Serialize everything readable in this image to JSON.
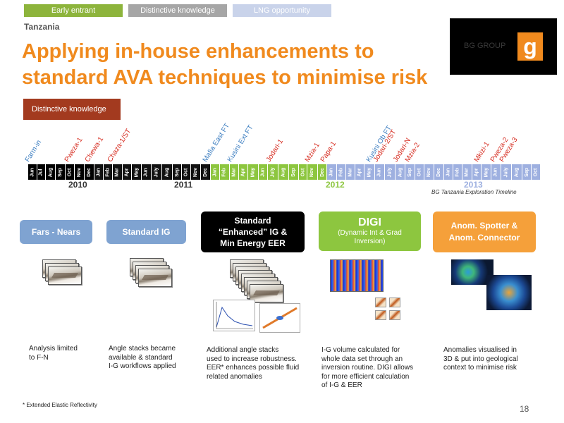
{
  "nav": {
    "tabs": [
      {
        "label": "Early entrant"
      },
      {
        "label": "Distinctive knowledge"
      },
      {
        "label": "LNG opportunity"
      }
    ]
  },
  "country": "Tanzania",
  "title_line1": "Applying in-house enhancements to",
  "title_line2": "standard AVA techniques to minimise risk",
  "logo": {
    "text": "BG GROUP",
    "mark": "g"
  },
  "section_badge": "Distinctive knowledge",
  "timeline": {
    "months": [
      "Jun",
      "Jul",
      "Aug",
      "Sep",
      "Oct",
      "Nov",
      "Dec",
      "Jan",
      "Feb",
      "Mar",
      "Apr",
      "May",
      "Jun",
      "July",
      "Aug",
      "Sep",
      "Oct",
      "Nov",
      "Dec",
      "Jan",
      "Feb",
      "Mar",
      "Apr",
      "May",
      "Jun",
      "July",
      "Aug",
      "Sep",
      "Oct",
      "Nov",
      "Dec",
      "Jan",
      "Feb",
      "Mar",
      "Apr",
      "May",
      "Jun",
      "July",
      "Aug",
      "Sep",
      "Oct",
      "Nov",
      "Dec",
      "Jan",
      "Feb",
      "Mar",
      "Apr",
      "May",
      "Jun",
      "July",
      "Aug",
      "Sep",
      "Oct"
    ],
    "years": [
      "2010",
      "2011",
      "2012",
      "2013"
    ],
    "caption": "BG Tanzania Exploration Timeline",
    "events": [
      {
        "label": "Farm-in",
        "color": "#3b7dc0"
      },
      {
        "label": "Pweza-1",
        "color": "#d62b1f"
      },
      {
        "label": "Chewa-1",
        "color": "#d62b1f"
      },
      {
        "label": "Chaza-1/ST",
        "color": "#d62b1f"
      },
      {
        "label": "Mafia East FT",
        "color": "#3b7dc0"
      },
      {
        "label": "Kusini Ext FT",
        "color": "#3b7dc0"
      },
      {
        "label": "Jodari-1",
        "color": "#d62b1f"
      },
      {
        "label": "Mzia-1",
        "color": "#d62b1f"
      },
      {
        "label": "Papa-1",
        "color": "#d62b1f"
      },
      {
        "label": "Kusini Ob FT",
        "color": "#3b7dc0"
      },
      {
        "label": "Jodari-2/ST",
        "color": "#d62b1f"
      },
      {
        "label": "Jodari-N",
        "color": "#d62b1f"
      },
      {
        "label": "Mzia-2",
        "color": "#d62b1f"
      },
      {
        "label": "Mkizi-1",
        "color": "#d62b1f"
      },
      {
        "label": "Pweza-2",
        "color": "#d62b1f"
      },
      {
        "label": "Pweza-3",
        "color": "#d62b1f"
      }
    ]
  },
  "steps": [
    {
      "label": "Fars - Nears",
      "desc": [
        "Analysis limited",
        "to F-N"
      ]
    },
    {
      "label": "Standard IG",
      "desc": [
        "Angle stacks became",
        "available & standard",
        "I-G workflows applied"
      ]
    },
    {
      "label_lines": [
        "Standard",
        "“Enhanced” IG &",
        "Min Energy EER"
      ],
      "desc": [
        "Additional angle stacks",
        "used to increase robustness.",
        "EER* enhances possible fluid",
        "related anomalies"
      ]
    },
    {
      "label": "DIGI",
      "sub": [
        "(Dynamic Int & Grad",
        "Inversion)"
      ],
      "desc": [
        "I-G volume calculated for",
        "whole data set through an",
        "inversion routine. DIGI allows",
        "for more efficient calculation",
        "of I-G & EER"
      ]
    },
    {
      "label_lines": [
        "Anom. Spotter &",
        "Anom. Connector"
      ],
      "desc": [
        "Anomalies visualised in",
        "3D & put into geological",
        "context to minimise risk"
      ]
    }
  ],
  "footnote": "* Extended Elastic Reflectivity",
  "page_number": "18"
}
